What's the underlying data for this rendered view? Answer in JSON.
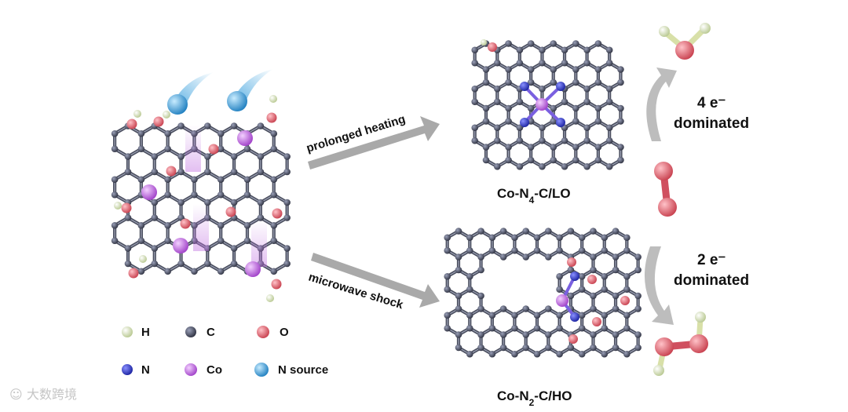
{
  "process": {
    "top_arrow_label": "prolonged heating",
    "bottom_arrow_label": "microwave shock"
  },
  "products": {
    "top": {
      "base": "Co-N",
      "sub": "4",
      "rest": "-C/LO"
    },
    "bottom": {
      "base": "Co-N",
      "sub": "2",
      "rest": "-C/HO"
    }
  },
  "pathways": {
    "top": {
      "line1": "4 e⁻",
      "line2": "dominated"
    },
    "bottom": {
      "line1": "2 e⁻",
      "line2": "dominated"
    }
  },
  "legend": [
    {
      "label": "H",
      "color": "#dfe8b8"
    },
    {
      "label": "C",
      "color": "#3a3d4a"
    },
    {
      "label": "O",
      "color": "#e06070"
    },
    {
      "label": "N",
      "color": "#3040c8"
    },
    {
      "label": "Co",
      "color": "#c070e0"
    },
    {
      "label": "N source",
      "color": "#4aa8e0"
    }
  ],
  "watermark": "大数跨境"
}
